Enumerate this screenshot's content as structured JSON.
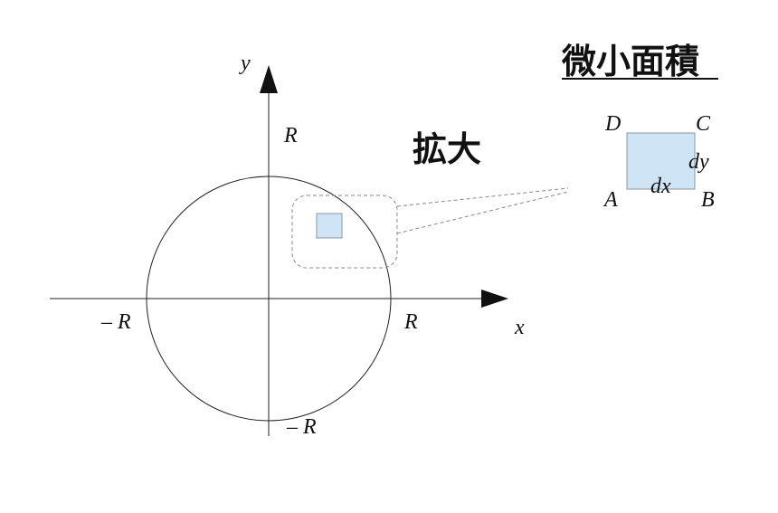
{
  "title": "微小面積",
  "zoom_label": "拡大",
  "axes": {
    "x_label": "x",
    "y_label": "y"
  },
  "ticks": {
    "x_pos": "R",
    "x_neg": "– R",
    "y_pos": "R",
    "y_neg": "– R"
  },
  "element": {
    "corners": {
      "a": "A",
      "b": "B",
      "c": "C",
      "d": "D"
    },
    "dx": "dx",
    "dy": "dy"
  },
  "colors": {
    "area_fill": "#cfe4f4",
    "area_stroke": "#8a97a3",
    "line": "#222222",
    "dashed": "#8a8a8a"
  }
}
